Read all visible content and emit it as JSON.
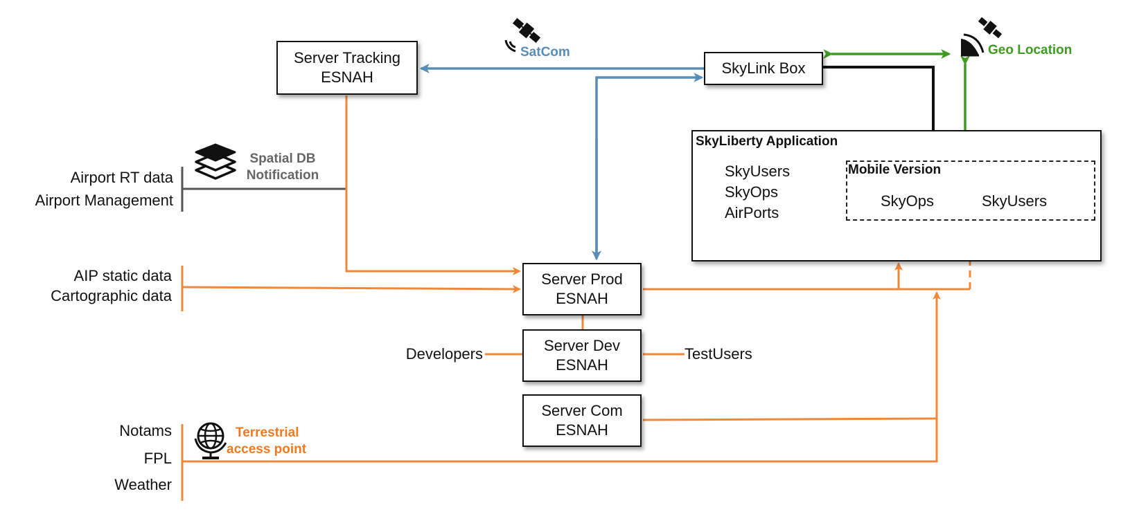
{
  "colors": {
    "orange": "#f0883a",
    "blue": "#5a8db5",
    "green": "#3f9a22",
    "black": "#111111",
    "gray": "#555555",
    "orange_text": "#ee7a22",
    "blue_text": "#5a8db5",
    "green_text": "#3f9a22",
    "gray_text": "#666666"
  },
  "nodes": {
    "server_tracking": [
      "Server Tracking",
      "ESNAH"
    ],
    "skylink_box": "SkyLink Box",
    "server_prod": [
      "Server Prod",
      "ESNAH"
    ],
    "server_dev": [
      "Server Dev",
      "ESNAH"
    ],
    "server_com": [
      "Server Com",
      "ESNAH"
    ]
  },
  "app": {
    "title": "SkyLiberty Application",
    "items": [
      "SkyUsers",
      "SkyOps",
      "AirPorts"
    ],
    "mobile": {
      "title": "Mobile Version",
      "items": [
        "SkyOps",
        "SkyUsers"
      ]
    }
  },
  "sources": {
    "airport": [
      "Airport RT data",
      "Airport Management"
    ],
    "aip": [
      "AIP static data",
      "Cartographic data"
    ],
    "terrestrial": [
      "Notams",
      "FPL",
      "Weather"
    ]
  },
  "people": {
    "developers": "Developers",
    "testusers": "TestUsers"
  },
  "channels": {
    "satcom": "SatCom",
    "geo_location": "Geo Location",
    "spatial_db": [
      "Spatial DB",
      "Notification"
    ],
    "terrestrial": [
      "Terrestrial",
      "access point"
    ]
  },
  "icons": {
    "satcom": "satellite-icon",
    "geo": "satellite-dish-icon",
    "spatial": "layers-icon",
    "terrestrial": "globe-icon"
  }
}
